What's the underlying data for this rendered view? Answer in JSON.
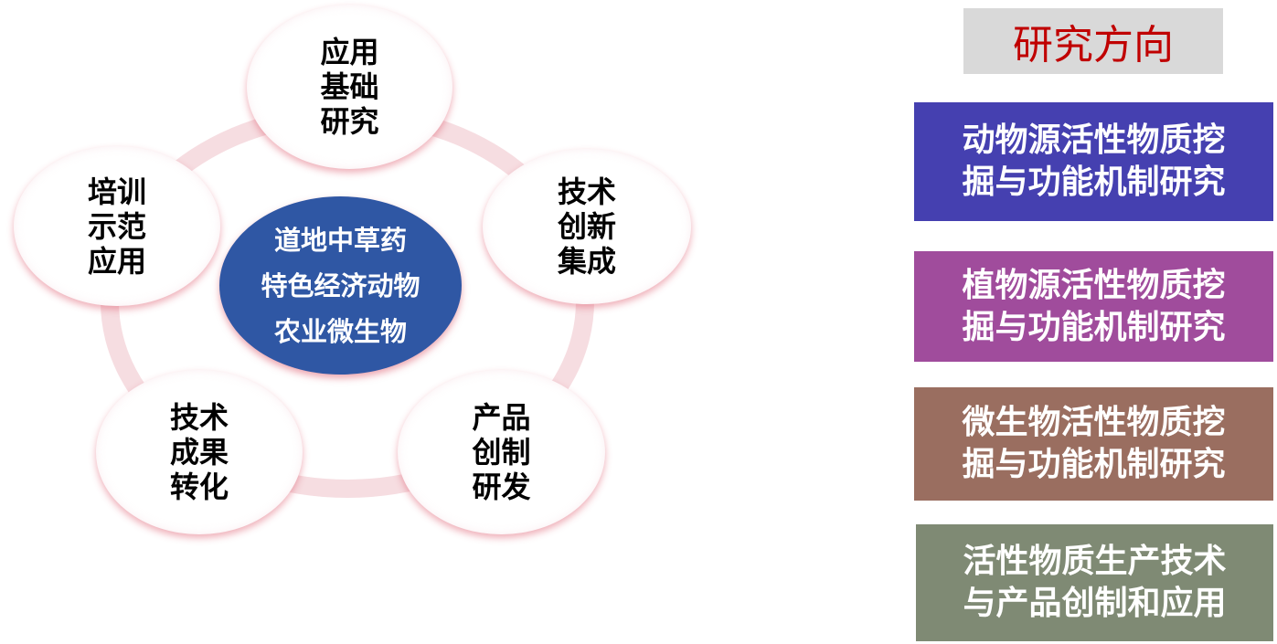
{
  "cycle": {
    "center_lines": [
      "道地中草药",
      "特色经济动物",
      "农业微生物"
    ],
    "nodes": [
      {
        "label": "应用基础研究"
      },
      {
        "label": "技术创新集成"
      },
      {
        "label": "产品创制研发"
      },
      {
        "label": "技术成果转化"
      },
      {
        "label": "培训示范应用"
      }
    ]
  },
  "directions": {
    "title": "研究方向",
    "title_color": "#c00000",
    "items": [
      {
        "line1": "动物源活性物质挖",
        "line2": "掘与功能机制研究",
        "color": "#4540b0"
      },
      {
        "line1": "植物源活性物质挖",
        "line2": "掘与功能机制研究",
        "color": "#a04c9c"
      },
      {
        "line1": "微生物活性物质挖",
        "line2": "掘与功能机制研究",
        "color": "#9a6e60"
      },
      {
        "line1": "活性物质生产技术",
        "line2": "与产品创制和应用",
        "color": "#7f8a74"
      }
    ]
  }
}
